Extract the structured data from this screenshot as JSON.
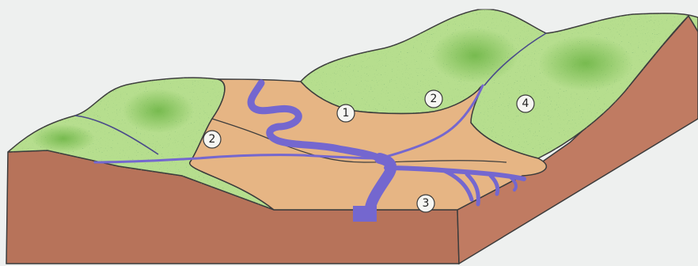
{
  "diagram": {
    "type": "block diagram",
    "colors": {
      "background": "#eef0ef",
      "block_front": "#b7735a",
      "block_side": "#c07b62",
      "hills": "#b6de8e",
      "hills_dark": "#7fc054",
      "valley_floor": "#e6b584",
      "river": "#7467cf",
      "outline": "#3c3c3c"
    },
    "markers": [
      {
        "id": "m1",
        "label": "1"
      },
      {
        "id": "m2a",
        "label": "2"
      },
      {
        "id": "m2b",
        "label": "2"
      },
      {
        "id": "m3",
        "label": "3"
      },
      {
        "id": "m4",
        "label": "4"
      }
    ]
  }
}
